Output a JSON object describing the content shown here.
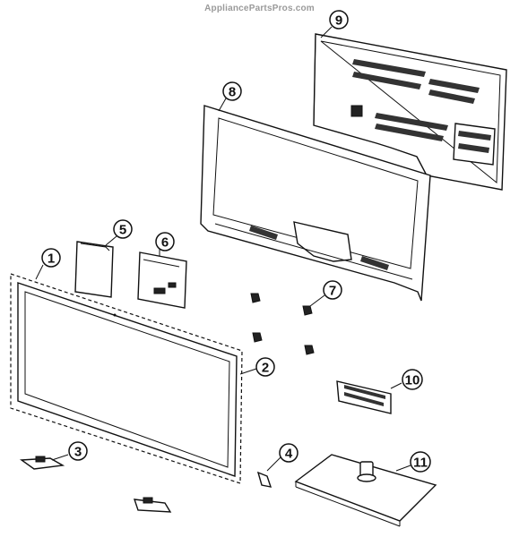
{
  "watermark": "AppliancePartsPros.com",
  "callouts": [
    "1",
    "2",
    "3",
    "4",
    "5",
    "6",
    "7",
    "8",
    "9",
    "10",
    "11"
  ]
}
